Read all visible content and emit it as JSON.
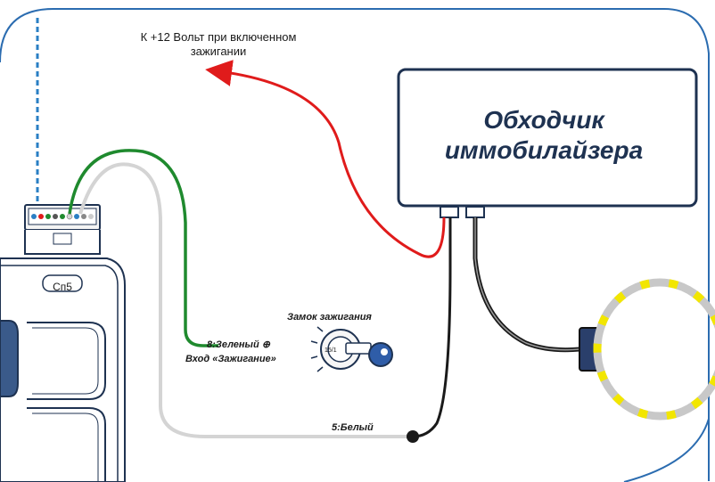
{
  "top_note_line1": "К +12 Вольт при включенном",
  "top_note_line2": "зажигании",
  "box_title_line1": "Обходчик",
  "box_title_line2": "иммобилайзера",
  "ignition_lock_label": "Замок зажигания",
  "green_wire_label": "8:Зеленый ⊕",
  "ignition_input_label": "Вход «Зажигание»",
  "white_wire_label": "5:Белый",
  "connector_label": "Сп5",
  "lock_position_label": "15/1",
  "colors": {
    "frame": "#2b6cb0",
    "box_border": "#1e3251",
    "red_wire": "#e01b1b",
    "green_wire": "#1f8a2e",
    "white_wire": "#d4d4d4",
    "black_wire": "#1a1a1a",
    "dashed_wire": "#2a7fc4",
    "coil_gray": "#c8c8c8",
    "coil_yellow": "#f2e600",
    "key_blue": "#2f5da8"
  }
}
